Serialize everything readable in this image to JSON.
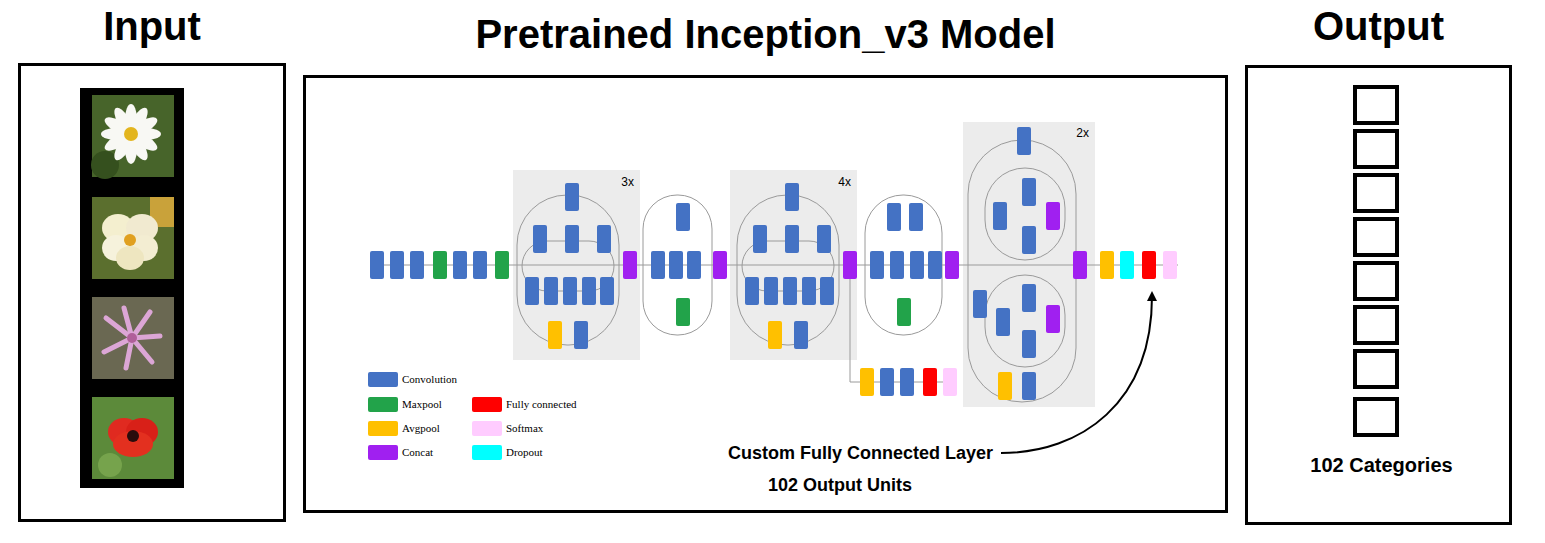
{
  "diagram": {
    "nodes": [
      {
        "text": [
          "Input"
        ]
      },
      {
        "text": [
          "Pretrained Inception_v3 Model"
        ]
      },
      {
        "text": [
          "3x"
        ],
        "in": 1
      },
      {
        "text": [
          "4x"
        ],
        "in": 1
      },
      {
        "text": [
          "2x"
        ],
        "in": 1
      },
      {
        "text": [
          "Output",
          "102 Categories"
        ]
      }
    ],
    "labels": [
      "Custom Fully Connected Layer",
      "102 Output Units"
    ],
    "legend": [
      {
        "text": "Convolution",
        "color": "#4472c4"
      },
      {
        "text": "Maxpool",
        "color": "#22a34a"
      },
      {
        "text": "Avgpool",
        "color": "#ffc000"
      },
      {
        "text": "Concat",
        "color": "#a020f0"
      },
      {
        "text": "Fully connected",
        "color": "#ff0000"
      },
      {
        "text": "Softmax",
        "color": "#ffccff"
      },
      {
        "text": "Dropout",
        "color": "#00ffff"
      }
    ]
  }
}
